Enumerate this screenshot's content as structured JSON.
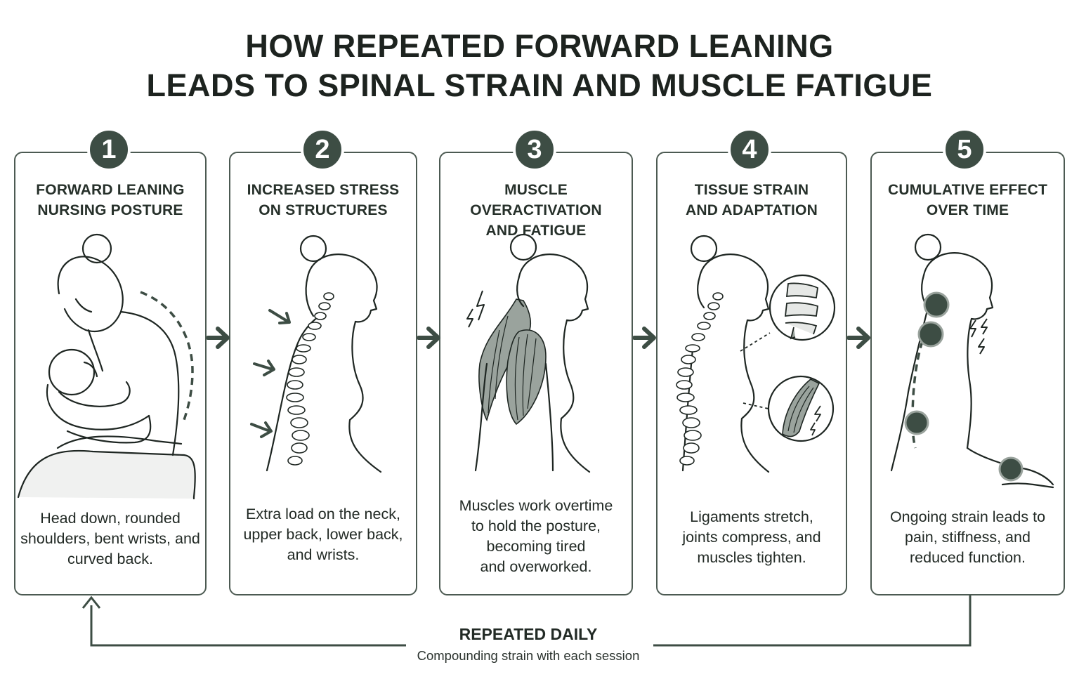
{
  "title": {
    "line1": "HOW REPEATED FORWARD LEANING",
    "line2": "LEADS TO SPINAL STRAIN AND MUSCLE FATIGUE"
  },
  "steps": [
    {
      "number": "1",
      "title": [
        "FORWARD LEANING",
        "NURSING POSTURE"
      ],
      "description": [
        "Head down, rounded",
        "shoulders, bent wrists, and",
        "curved back."
      ]
    },
    {
      "number": "2",
      "title": [
        "INCREASED STRESS",
        "ON STRUCTURES"
      ],
      "description": [
        "Extra load on the neck,",
        "upper back, lower back,",
        "and wrists."
      ]
    },
    {
      "number": "3",
      "title": [
        "MUSCLE OVERACTIVATION",
        "AND FATIGUE"
      ],
      "description": [
        "Muscles work overtime",
        "to hold the posture,",
        "becoming tired",
        "and overworked."
      ]
    },
    {
      "number": "4",
      "title": [
        "TISSUE STRAIN",
        "AND ADAPTATION"
      ],
      "description": [
        "Ligaments stretch,",
        "joints compress, and",
        "muscles tighten."
      ]
    },
    {
      "number": "5",
      "title": [
        "CUMULATIVE EFFECT",
        "OVER TIME"
      ],
      "description": [
        "Ongoing strain leads to",
        "pain, stiffness, and",
        "reduced function."
      ]
    }
  ],
  "loop": {
    "title": "REPEATED DAILY",
    "subtitle": "Compounding strain with each session"
  },
  "colors": {
    "primary": "#3d4d44",
    "outline": "#4c5a52",
    "muscle": "#9aa39d",
    "text": "#1e2622"
  }
}
